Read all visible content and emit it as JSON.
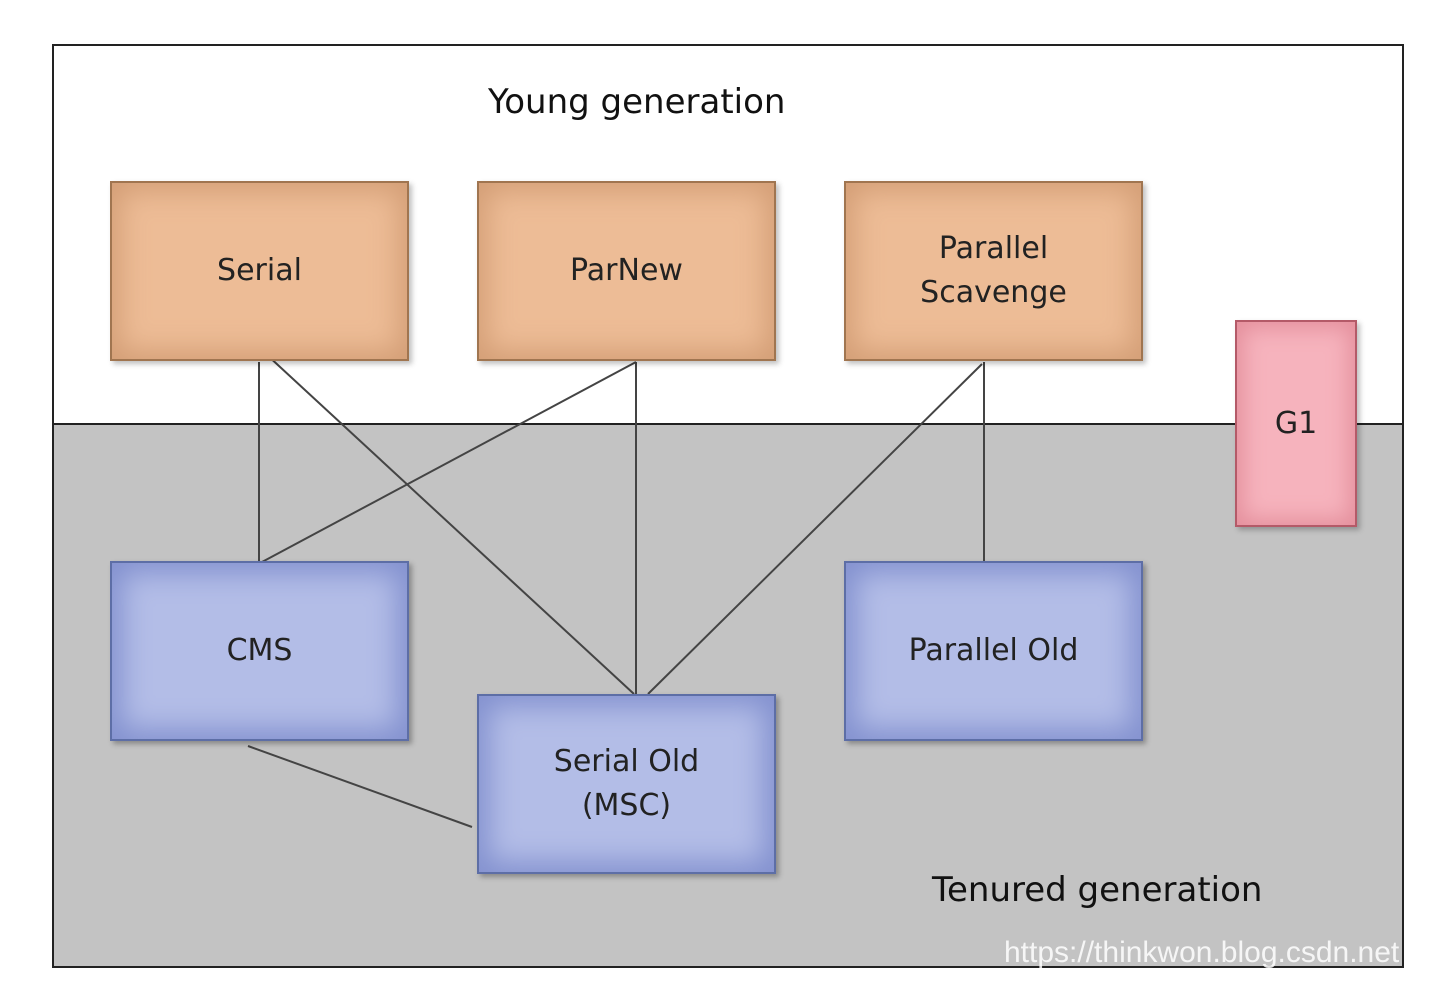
{
  "regions": {
    "young_label": "Young generation",
    "tenured_label": "Tenured generation"
  },
  "collectors": {
    "serial": "Serial",
    "parnew": "ParNew",
    "parallel_scavenge": [
      "Parallel",
      "Scavenge"
    ],
    "g1": "G1",
    "cms": "CMS",
    "parallel_old": "Parallel Old",
    "serial_old": [
      "Serial Old",
      "(MSC)"
    ]
  },
  "connections": [
    [
      "Serial",
      "CMS"
    ],
    [
      "Serial",
      "Serial Old (MSC)"
    ],
    [
      "ParNew",
      "CMS"
    ],
    [
      "ParNew",
      "Serial Old (MSC)"
    ],
    [
      "Parallel Scavenge",
      "Serial Old (MSC)"
    ],
    [
      "Parallel Scavenge",
      "Parallel Old"
    ],
    [
      "CMS",
      "Serial Old (MSC)"
    ]
  ],
  "watermark": "https://thinkwon.blog.csdn.net",
  "colors": {
    "young_box": "#edbc96",
    "tenured_box": "#b3bde7",
    "g1_box": "#f6b3bd",
    "tenured_region": "#c3c3c3"
  }
}
